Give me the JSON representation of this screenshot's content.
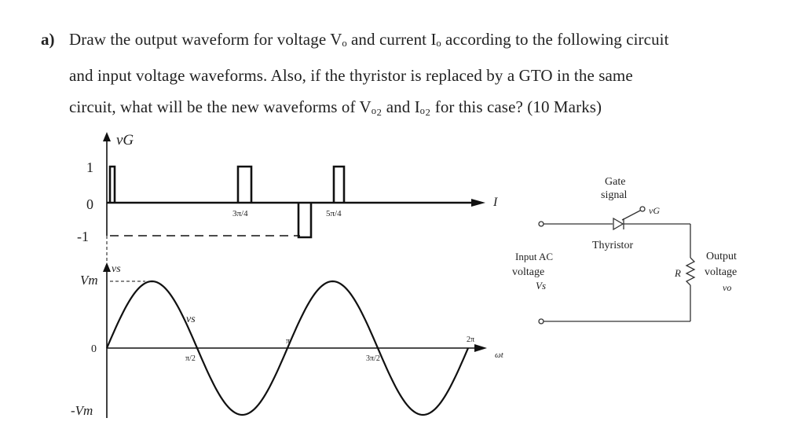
{
  "question": {
    "label": "a)",
    "line1": "Draw the output waveform for voltage Vₒ and current Iₒ according to the following circuit",
    "line2": "and input voltage waveforms. Also, if the thyristor is replaced by a GTO in the same",
    "line3": "circuit, what will be the new waveforms of Vₒ₂ and Iₒ₂ for this case? (10 Marks)"
  },
  "gate_plot": {
    "axis_label": "vG",
    "tick_1": "1",
    "tick_0": "0",
    "tick_neg1": "-1",
    "pulse_label_a": "3π/4",
    "pulse_label_b": "5π/4",
    "end_label": "I"
  },
  "source_plot": {
    "axis_label": "vs",
    "curve_label": "vs",
    "tick_vm": "Vm",
    "tick_0": "0",
    "tick_neg_vm": "-Vm",
    "x_label_pi_half": "π/2",
    "x_label_pi": "π",
    "x_label_3pi_half": "3π/2",
    "x_label_2pi": "2π",
    "x_axis_label": "ωt"
  },
  "circuit": {
    "gate_signal_line1": "Gate",
    "gate_signal_line2": "signal",
    "gate_terminal": "vG",
    "thyristor": "Thyristor",
    "input_line1": "Input AC",
    "input_line2": "voltage",
    "input_line3": "Vs",
    "resistor": "R",
    "output_line1": "Output",
    "output_line2": "voltage",
    "output_line3": "vo"
  }
}
